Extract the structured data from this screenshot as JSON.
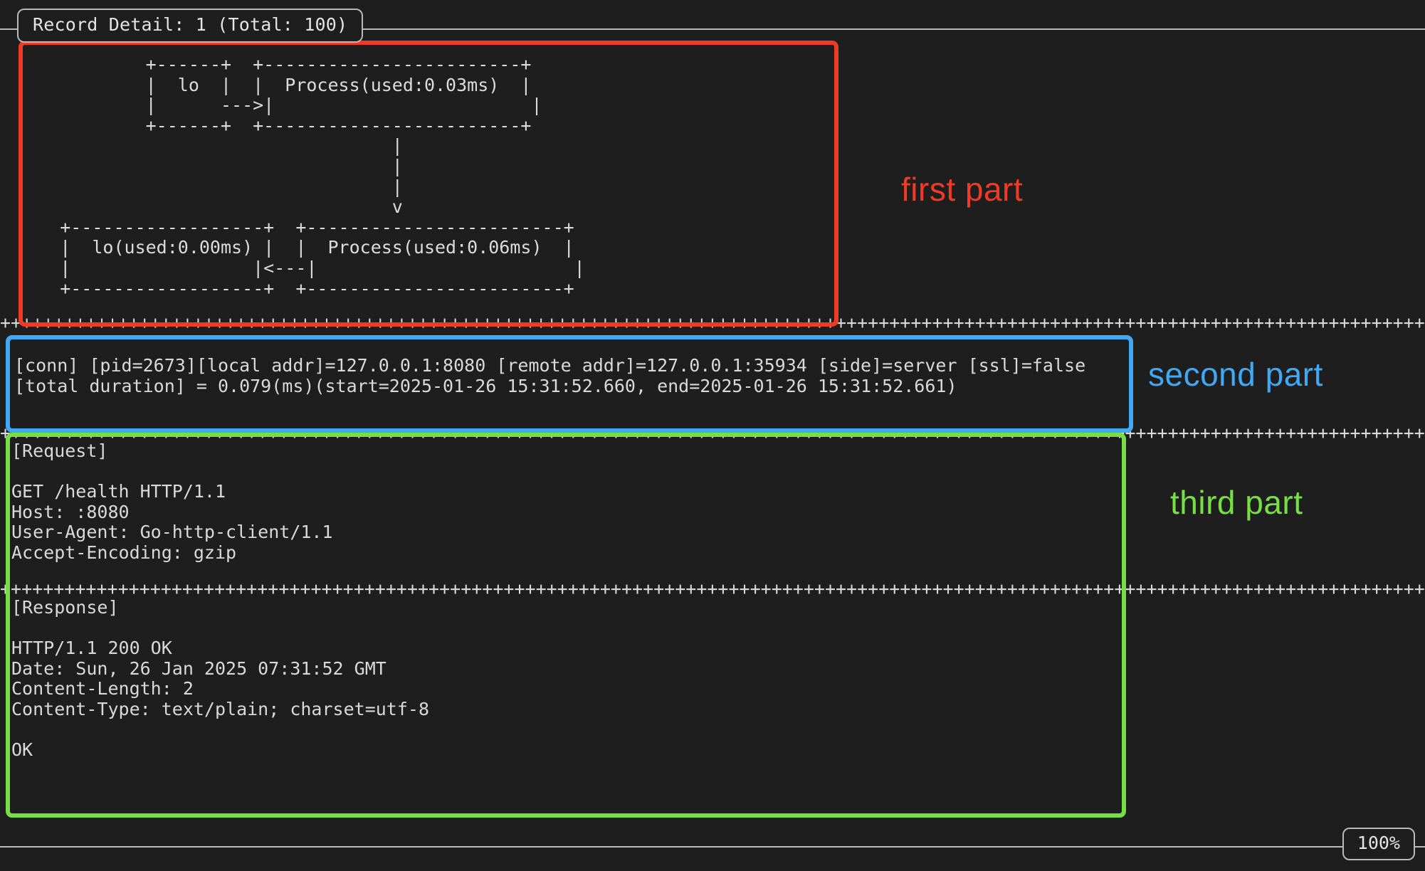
{
  "window": {
    "title": "Record Detail: 1 (Total: 100)",
    "zoom_level": "100%",
    "background": "#1e1e1e",
    "foreground": "#d9d9d9",
    "frame_color": "#b9b9b9"
  },
  "first_part": {
    "ascii_diagram": "            +------+  +------------------------+\n            |  lo  |  |  Process(used:0.03ms)  |\n            |      --->|                        |\n            +------+  +------------------------+\n                                   |\n                                   |\n                                   |\n                                   v\n    +------------------+  +------------------------+\n    |  lo(used:0.00ms) |  |  Process(used:0.06ms)  |\n    |                 |<---|                        |\n    +------------------+  +------------------------+",
    "nodes": [
      {
        "label": "lo",
        "used": ""
      },
      {
        "label": "Process(used:0.03ms)",
        "used": "0.03ms"
      },
      {
        "label": "lo(used:0.00ms)",
        "used": "0.00ms"
      },
      {
        "label": "Process(used:0.06ms)",
        "used": "0.06ms"
      }
    ],
    "annotation": "first part",
    "annotation_color": "#ef3b26"
  },
  "second_part": {
    "separator": "+",
    "conn_line": "[conn] [pid=2673][local addr]=127.0.0.1:8080 [remote addr]=127.0.0.1:35934 [side]=server [ssl]=false",
    "duration_line": "[total duration] = 0.079(ms)(start=2025-01-26 15:31:52.660, end=2025-01-26 15:31:52.661)",
    "fields": {
      "pid": "2673",
      "local_addr": "127.0.0.1:8080",
      "remote_addr": "127.0.0.1:35934",
      "side": "server",
      "ssl": "false",
      "total_duration": "0.079(ms)",
      "start": "2025-01-26 15:31:52.660",
      "end": "2025-01-26 15:31:52.661"
    },
    "annotation": "second part",
    "annotation_color": "#3fa9f5"
  },
  "third_part": {
    "request_heading": "[Request]",
    "request_body": "[Request]\n\nGET /health HTTP/1.1\nHost: :8080\nUser-Agent: Go-http-client/1.1\nAccept-Encoding: gzip\n",
    "request_lines": [
      "GET /health HTTP/1.1",
      "Host: :8080",
      "User-Agent: Go-http-client/1.1",
      "Accept-Encoding: gzip"
    ],
    "response_heading": "[Response]",
    "response_body": "[Response]\n\nHTTP/1.1 200 OK\nDate: Sun, 26 Jan 2025 07:31:52 GMT\nContent-Length: 2\nContent-Type: text/plain; charset=utf-8\n\nOK",
    "response_lines": [
      "HTTP/1.1 200 OK",
      "Date: Sun, 26 Jan 2025 07:31:52 GMT",
      "Content-Length: 2",
      "Content-Type: text/plain; charset=utf-8",
      "",
      "OK"
    ],
    "annotation": "third part",
    "annotation_color": "#76e042"
  }
}
